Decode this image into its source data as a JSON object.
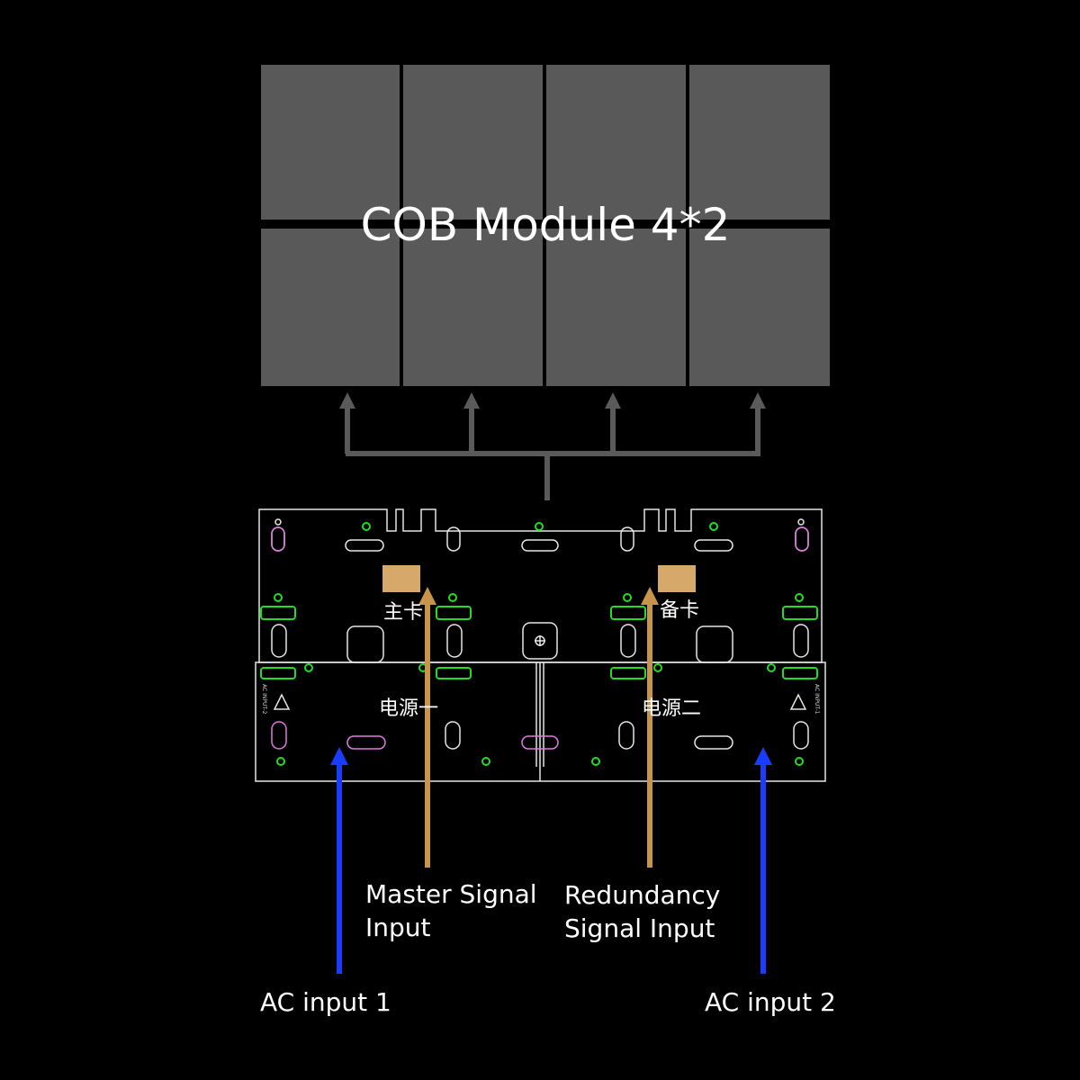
{
  "module": {
    "title": "COB Module  4*2",
    "rows": 2,
    "cols": 4
  },
  "board": {
    "main_card": "主卡",
    "backup_card": "备卡",
    "power_1": "电源一",
    "power_2": "电源二",
    "side_left": "AC INPUT-2",
    "side_right": "AC INPUT-1"
  },
  "labels": {
    "master_line1": "Master Signal",
    "master_line2": "Input",
    "redundancy_line1": "Redundancy",
    "redundancy_line2": "Signal Input",
    "ac1": "AC input 1",
    "ac2": "AC input 2"
  },
  "colors": {
    "background": "#000000",
    "module_tile": "#595959",
    "connector": "#5a5a5a",
    "signal_arrow": "#c8944a",
    "ac_arrow": "#1a3cff",
    "board_outline": "#e6e6e6",
    "board_pad": "#d6a86a",
    "green_part": "#22dd22",
    "magenta_part": "#e07ae0"
  }
}
